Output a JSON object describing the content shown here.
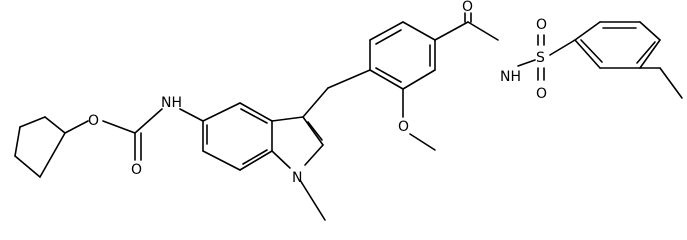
{
  "structure": {
    "atoms": {
      "o_ester": "O",
      "o_carbonyl_carbamate": "O",
      "n_carbamate": "NH",
      "n_indole": "N",
      "o_methoxy": "O",
      "o_amide": "O",
      "n_sulfonamide": "NH",
      "s_sulfonyl": "S",
      "o_sulfonyl_top": "O",
      "o_sulfonyl_bottom": "O"
    }
  }
}
